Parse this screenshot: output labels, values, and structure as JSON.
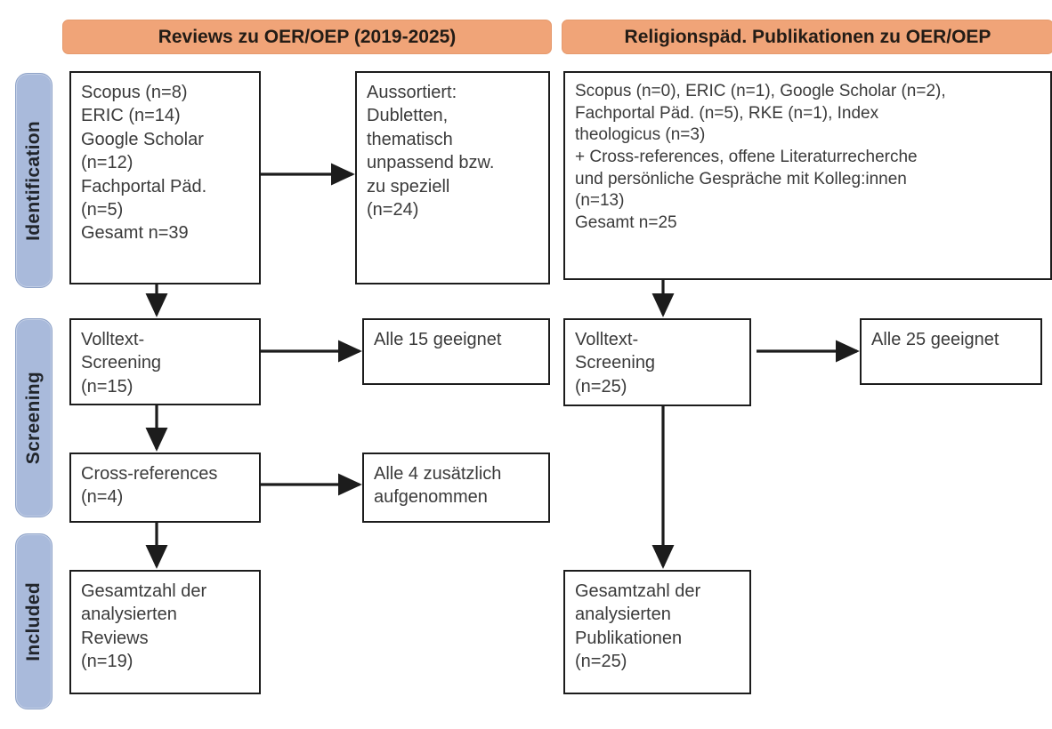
{
  "phases": [
    {
      "label": "Identification"
    },
    {
      "label": "Screening"
    },
    {
      "label": "Included"
    }
  ],
  "columns": [
    {
      "header": "Reviews zu OER/OEP (2019-2025)"
    },
    {
      "header": "Religionspäd. Publikationen zu OER/OEP"
    }
  ],
  "boxes": {
    "left_identification": {
      "lines": [
        "Scopus (n=8)",
        "ERIC (n=14)",
        "Google Scholar",
        "(n=12)",
        "Fachportal Päd.",
        "(n=5)",
        "Gesamt n=39"
      ]
    },
    "left_excluded": {
      "lines": [
        "Aussortiert:",
        "Dubletten,",
        "thematisch",
        "unpassend bzw.",
        "zu speziell",
        "(n=24)"
      ]
    },
    "right_identification": {
      "lines": [
        "Scopus (n=0), ERIC (n=1), Google Scholar (n=2),",
        "Fachportal Päd. (n=5), RKE (n=1), Index",
        "theologicus (n=3)",
        "+ Cross-references, offene Literaturrecherche",
        "und persönliche Gespräche mit Kolleg:innen",
        "(n=13)",
        "Gesamt n=25"
      ]
    },
    "left_screening": {
      "lines": [
        "Volltext-",
        "Screening",
        "(n=15)"
      ]
    },
    "left_screening_result": {
      "lines": [
        "Alle 15 geeignet"
      ]
    },
    "right_screening": {
      "lines": [
        "Volltext-",
        "Screening",
        "(n=25)"
      ]
    },
    "right_screening_result": {
      "lines": [
        "Alle 25 geeignet"
      ]
    },
    "left_crossrefs": {
      "lines": [
        "Cross-references",
        "(n=4)"
      ]
    },
    "left_crossrefs_result": {
      "lines": [
        "Alle 4 zusätzlich",
        "aufgenommen"
      ]
    },
    "left_included": {
      "lines": [
        "Gesamtzahl der",
        "analysierten",
        "Reviews",
        "(n=19)"
      ]
    },
    "right_included": {
      "lines": [
        "Gesamtzahl der",
        "analysierten",
        "Publikationen",
        "(n=25)"
      ]
    }
  },
  "colors": {
    "header_banner": "#f0a478",
    "phase_pill": "#a9badb",
    "box_border": "#1c1c1c",
    "text": "#3b3b3b",
    "arrow": "#1c1c1c"
  }
}
